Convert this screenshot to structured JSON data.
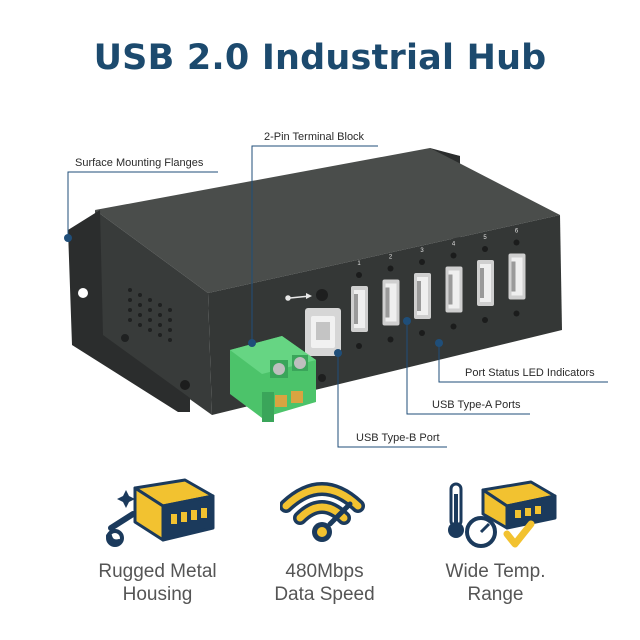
{
  "title": "USB 2.0 Industrial Hub",
  "callouts": {
    "flanges": "Surface Mounting Flanges",
    "terminal": "2-Pin Terminal Block",
    "led": "Port Status LED Indicators",
    "type_a": "USB Type-A Ports",
    "type_b": "USB Type-B Port"
  },
  "port_numbers": [
    "1",
    "2",
    "3",
    "4",
    "5",
    "6"
  ],
  "features": [
    {
      "line1": "Rugged Metal",
      "line2": "Housing",
      "icon": "rugged-metal-housing-icon"
    },
    {
      "line1": "480Mbps",
      "line2": "Data Speed",
      "icon": "wifi-speed-icon"
    },
    {
      "line1": "Wide Temp.",
      "line2": "Range",
      "icon": "thermometer-gauge-icon"
    }
  ],
  "colors": {
    "title": "#1c4a6e",
    "icon_navy": "#1b3a5c",
    "icon_yellow": "#f2c230",
    "hub_body": "#3e4140",
    "terminal_green": "#4cc36a"
  }
}
